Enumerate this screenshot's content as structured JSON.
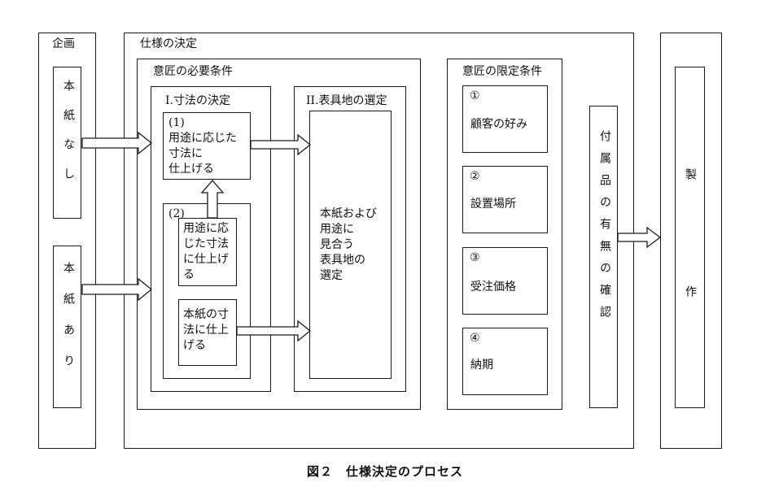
{
  "kikaku": {
    "title": "企画",
    "no_paper": "本紙なし",
    "with_paper": "本紙あり"
  },
  "shiyou": {
    "title": "仕様の決定",
    "hitsuyou": {
      "title": "意匠の必要条件",
      "sunpou": {
        "title": "I.寸法の決定",
        "item1_num": "(1)",
        "item1_text": [
          "用途に応じた",
          "寸法に",
          "仕上げる"
        ],
        "item2_num": "(2)",
        "item2a_text": [
          "用途に応",
          "じた寸法",
          "に仕上げ",
          "る"
        ],
        "item2b_text": [
          "本紙の寸",
          "法に仕上",
          "げる"
        ]
      },
      "hyougu": {
        "title": "II.表具地の選定",
        "text": [
          "本紙および",
          "用途に",
          "見合う",
          "表具地の",
          "選定"
        ]
      }
    },
    "gentei": {
      "title": "意匠の限定条件",
      "items": [
        {
          "num": "①",
          "label": "顧客の好み"
        },
        {
          "num": "②",
          "label": "設置場所"
        },
        {
          "num": "③",
          "label": "受注価格"
        },
        {
          "num": "④",
          "label": "納期"
        }
      ]
    },
    "fuzoku": "付属品の有無の確認"
  },
  "seisaku": "製作",
  "caption": "図２　仕様決定のプロセス"
}
